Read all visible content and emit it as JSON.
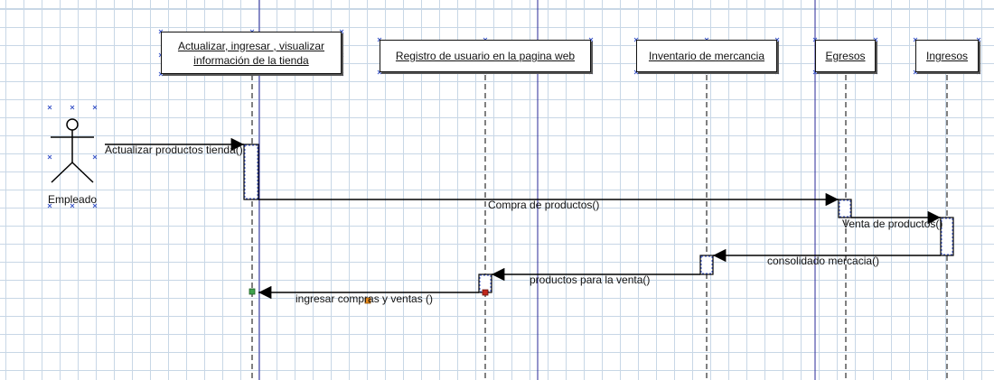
{
  "actor": {
    "name": "Empleado"
  },
  "objects": [
    {
      "id": "tienda",
      "label_line1": "Actualizar, ingresar , visualizar",
      "label_line2": "información de la tienda"
    },
    {
      "id": "registro",
      "label": "Registro de usuario en la pagina web"
    },
    {
      "id": "inventario",
      "label": "Inventario de mercancia"
    },
    {
      "id": "egresos",
      "label": "Egresos"
    },
    {
      "id": "ingresos",
      "label": "Ingresos"
    }
  ],
  "messages": [
    {
      "id": "m1",
      "label": "Actualizar productos tienda()"
    },
    {
      "id": "m2",
      "label": "Compra de productos()"
    },
    {
      "id": "m3",
      "label": "Venta de productos()"
    },
    {
      "id": "m4",
      "label": "consolidado mercacia()"
    },
    {
      "id": "m5",
      "label": "productos para la venta()"
    },
    {
      "id": "m6",
      "label": "ingresar compras y ventas ()"
    }
  ],
  "colors": {
    "grid": "#c8d7e6",
    "frame_line": "#2a2a9a",
    "handle": "#3b56c8"
  }
}
